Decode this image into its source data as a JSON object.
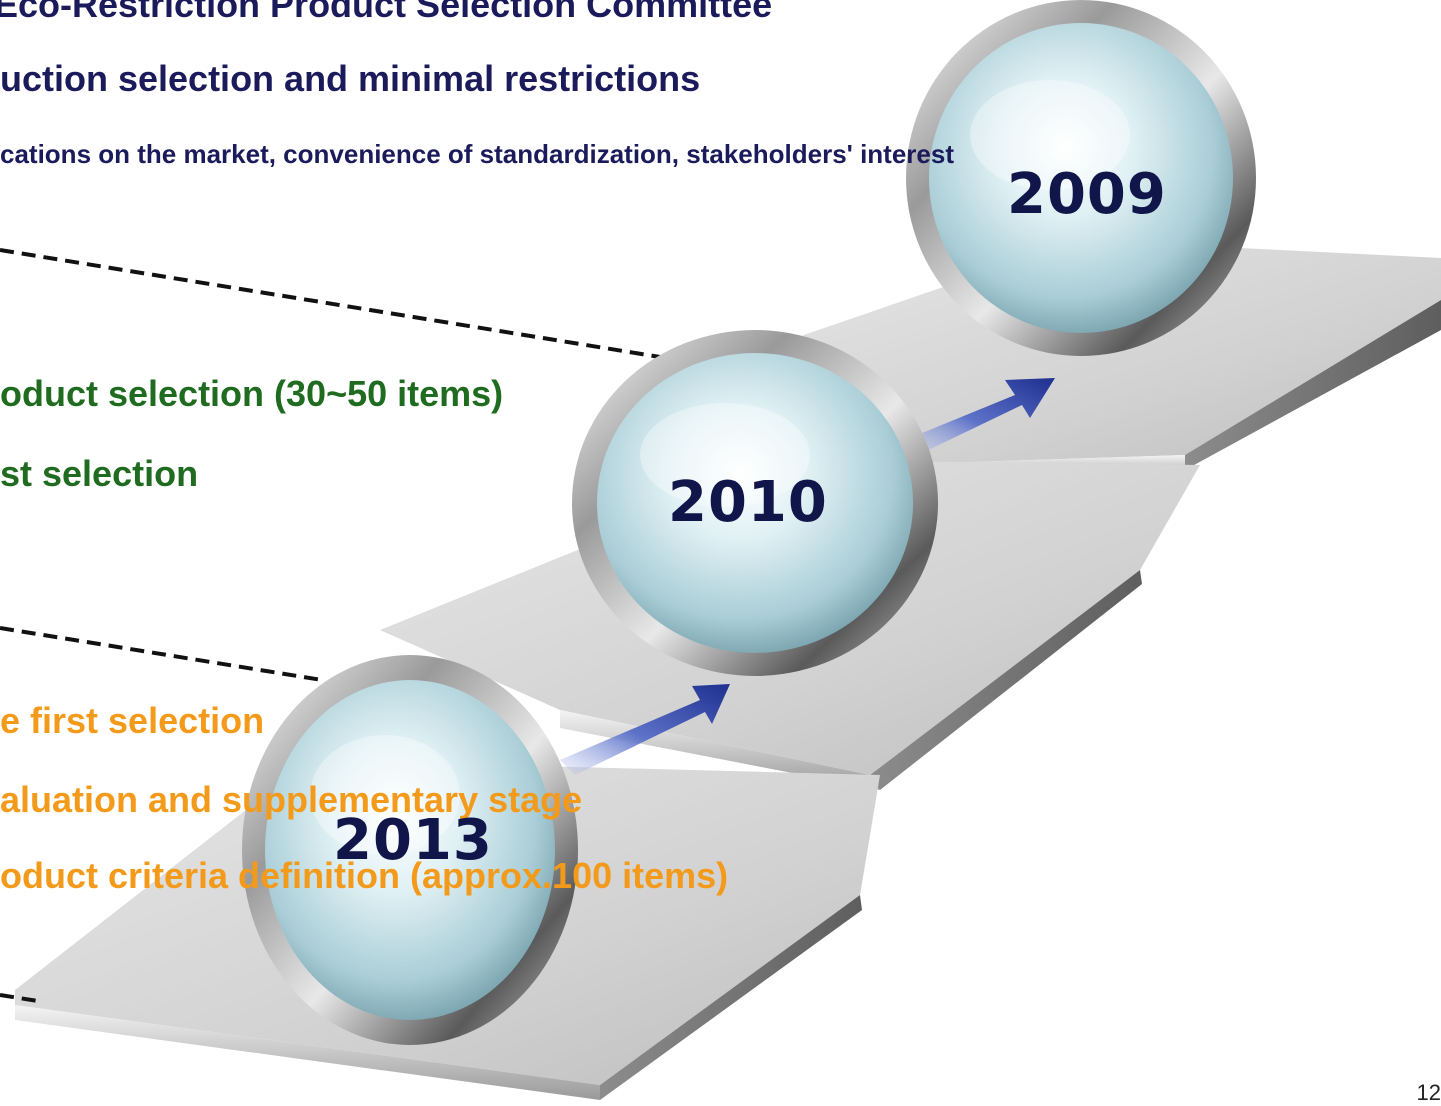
{
  "heading": {
    "line1": "Eco-Restriction Product Selection  Committee",
    "line2": "uction selection and minimal restrictions",
    "line3": "cations on the market, convenience of standardization, stakeholders' interest"
  },
  "stage_2010": {
    "line1": "oduct selection (30~50 items)",
    "line2": "st selection"
  },
  "stage_2013": {
    "line1": "e first selection",
    "line2": "aluation and supplementary stage",
    "line3": "oduct criteria definition (approx.100 items)"
  },
  "years": {
    "y2009": "2009",
    "y2010": "2010",
    "y2013": "2013"
  },
  "page_number": "12",
  "colors": {
    "navy": "#1b1b5c",
    "green": "#1f6b1f",
    "orange": "#f39a1a",
    "arrow": "#2d3f9e",
    "platform": "#cfcfcf"
  },
  "icons": [
    "magnifier-lens-icon",
    "rising-arrow-icon"
  ]
}
